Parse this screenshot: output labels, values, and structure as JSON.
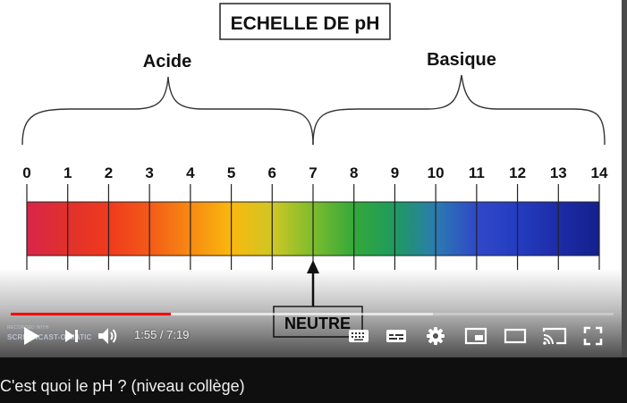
{
  "video": {
    "title_in_frame": "ECHELLE DE pH",
    "label_left": "Acide",
    "label_right": "Basique",
    "scale_numbers": [
      "0",
      "1",
      "2",
      "3",
      "4",
      "5",
      "6",
      "7",
      "8",
      "9",
      "10",
      "11",
      "12",
      "13",
      "14"
    ],
    "neutral_label": "NEUTRE",
    "color_stops": [
      "#d8264a",
      "#e0312c",
      "#f03a1e",
      "#f35a18",
      "#f78a12",
      "#f9b80e",
      "#cfc726",
      "#7cbc2c",
      "#34a83a",
      "#1f9a5e",
      "#2b7bb0",
      "#3048c8",
      "#243cc0",
      "#1c2ca8",
      "#14208c"
    ]
  },
  "watermark": {
    "line1": "RECORDED WITH",
    "line2": "SCREENCAST-O-MATIC"
  },
  "player": {
    "current_time": "1:55",
    "separator": " / ",
    "duration": "7:19",
    "time_display": "1:55 / 7:19",
    "progress_played_fraction": 0.265,
    "progress_buffered_fraction": 0.7
  },
  "controls": {
    "play": "play-icon",
    "next": "next-icon",
    "volume": "volume-icon",
    "keyboard": "keyboard-icon",
    "subtitles": "subtitles-icon",
    "settings": "gear-icon",
    "miniplayer": "miniplayer-icon",
    "theater": "theater-icon",
    "cast": "cast-icon",
    "fullscreen": "fullscreen-icon"
  },
  "page": {
    "video_title": "C'est quoi le pH ? (niveau collège)"
  }
}
